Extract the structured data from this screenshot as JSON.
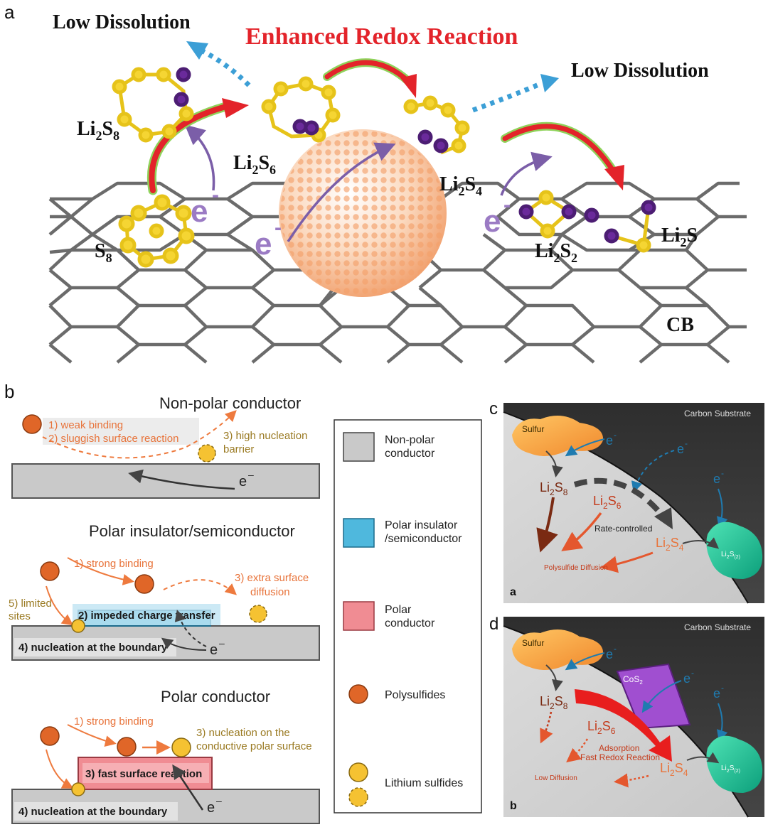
{
  "panel_a": {
    "letter": "a",
    "title": "Enhanced Redox Reaction",
    "low_dissolution_left": "Low Dissolution",
    "low_dissolution_right": "Low Dissolution",
    "s8": {
      "main": "S",
      "sub": "8"
    },
    "li2s8": {
      "main": "Li",
      "sub1": "2",
      "mid": "S",
      "sub2": "8"
    },
    "li2s6": {
      "main": "Li",
      "sub1": "2",
      "mid": "S",
      "sub2": "6"
    },
    "li2s4": {
      "main": "Li",
      "sub1": "2",
      "mid": "S",
      "sub2": "4"
    },
    "li2s2": {
      "main": "Li",
      "sub1": "2",
      "mid": "S",
      "sub2": "2"
    },
    "li2s": {
      "main": "Li",
      "sub1": "2",
      "mid": "S"
    },
    "cb": "CB",
    "electron": "e",
    "electron_sup": "-",
    "colors": {
      "title": "#e3232a",
      "sulfur": "#f2d335",
      "lithium": "#6a2a9b",
      "lattice": "#6b6b6b",
      "arrow_blue": "#3c9fd6",
      "electron": "#9b7bc4"
    }
  },
  "panel_b": {
    "letter": "b",
    "np_title": "Non-polar conductor",
    "np_1": "1) weak binding",
    "np_2": "2) sluggish surface reaction",
    "np_3a": "3) high nucleation",
    "np_3b": "barrier",
    "pi_title": "Polar insulator/semiconductor",
    "pi_1": "1) strong binding",
    "pi_2": "2) impeded charge transfer",
    "pi_3a": "3) extra surface",
    "pi_3b": "diffusion",
    "pi_4": "4) nucleation at the boundary",
    "pi_5a": "5) limited",
    "pi_5b": "sites",
    "pc_title": "Polar conductor",
    "pc_1": "1) strong binding",
    "pc_3a": "3) nucleation on the",
    "pc_3b": "conductive polar surface",
    "pc_3c": "3) fast surface reaction",
    "pc_4": "4) nucleation at the boundary",
    "e": "e",
    "legend": {
      "nonpolar_a": "Non-polar",
      "nonpolar_b": "conductor",
      "polar_ins_a": "Polar insulator",
      "polar_ins_b": "/semiconductor",
      "polar_cond_a": "Polar",
      "polar_cond_b": "conductor",
      "polysulfides": "Polysulfides",
      "lithium_sulfides": "Lithium sulfides"
    },
    "colors": {
      "orange_text": "#e8733a",
      "olive_text": "#9a7a22",
      "gray": "#c9c9c9",
      "blue": "#4fb8dd",
      "pink": "#f08c93",
      "poly": "#e06628",
      "lis": "#f5c232"
    }
  },
  "panel_c": {
    "letter": "c",
    "sub_letter": "a",
    "substrate": "Carbon Substrate",
    "sulfur": "Sulfur",
    "e": "e",
    "li2s8": {
      "main": "Li",
      "sub1": "2",
      "mid": "S",
      "sub2": "8"
    },
    "li2s6": {
      "main": "Li",
      "sub1": "2",
      "mid": "S",
      "sub2": "6"
    },
    "li2s4": {
      "main": "Li",
      "sub1": "2",
      "mid": "S",
      "sub2": "4"
    },
    "li2s2": {
      "main": "Li",
      "sub1": "2",
      "mid": "S",
      "sub2": "(2)"
    },
    "rate": "Rate-controlled",
    "diffusion": "Polysulfide Diffusion"
  },
  "panel_d": {
    "letter": "d",
    "sub_letter": "b",
    "substrate": "Carbon Substrate",
    "sulfur": "Sulfur",
    "e": "e",
    "cos2": {
      "main": "CoS",
      "sub": "2"
    },
    "li2s8": {
      "main": "Li",
      "sub1": "2",
      "mid": "S",
      "sub2": "8"
    },
    "li2s6": {
      "main": "Li",
      "sub1": "2",
      "mid": "S",
      "sub2": "6"
    },
    "li2s4": {
      "main": "Li",
      "sub1": "2",
      "mid": "S",
      "sub2": "4"
    },
    "li2s2": {
      "main": "Li",
      "sub1": "2",
      "mid": "S",
      "sub2": "(2)"
    },
    "adsorption": "Adsorption",
    "fast": "Fast Redox Reaction",
    "low_diffusion": "Low Diffusion"
  }
}
